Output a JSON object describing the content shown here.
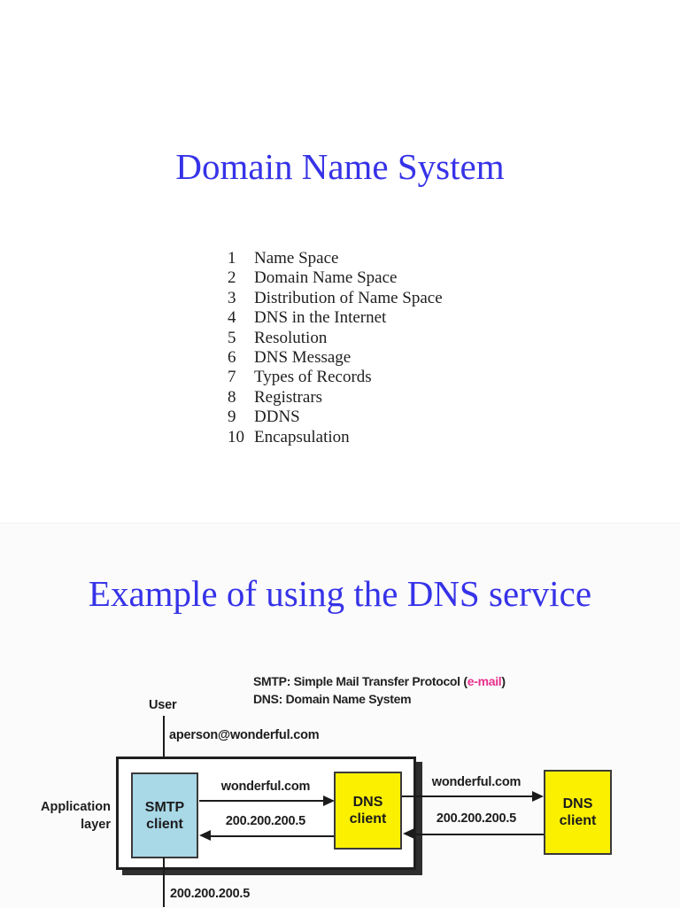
{
  "page1": {
    "title": "Domain Name System",
    "toc": [
      {
        "num": "1",
        "label": "Name Space"
      },
      {
        "num": "2",
        "label": "Domain Name Space"
      },
      {
        "num": "3",
        "label": "Distribution of Name Space"
      },
      {
        "num": "4",
        "label": "DNS in the Internet"
      },
      {
        "num": "5",
        "label": "Resolution"
      },
      {
        "num": "6",
        "label": "DNS Message"
      },
      {
        "num": "7",
        "label": "Types of Records"
      },
      {
        "num": "8",
        "label": "Registrars"
      },
      {
        "num": "9",
        "label": "DDNS"
      },
      {
        "num": "10",
        "label": "Encapsulation"
      }
    ]
  },
  "page2": {
    "title": "Example of using the DNS service",
    "legend": {
      "smtp_prefix": "SMTP: Simple Mail Transfer Protocol (",
      "smtp_email": "e-mail",
      "smtp_suffix": ")",
      "dns_line": "DNS: Domain Name System"
    },
    "diagram": {
      "user_label": "User",
      "email_address": "aperson@wonderful.com",
      "app_layer_line1": "Application",
      "app_layer_line2": "layer",
      "smtp_client": {
        "line1": "SMTP",
        "line2": "client"
      },
      "dns_client_mid": {
        "line1": "DNS",
        "line2": "client"
      },
      "dns_client_remote": {
        "line1": "DNS",
        "line2": "client"
      },
      "arrow_smtp_to_dns": "wonderful.com",
      "arrow_dns_to_smtp": "200.200.200.5",
      "arrow_dns_to_remote": "wonderful.com",
      "arrow_remote_to_dns": "200.200.200.5",
      "bottom_ip": "200.200.200.5"
    }
  },
  "colors": {
    "title_blue": "#3633e8",
    "email_pink": "#e7308c",
    "smtp_fill": "#a9d8e7",
    "dns_fill": "#faf000",
    "line_dark": "#1b1b1b"
  }
}
